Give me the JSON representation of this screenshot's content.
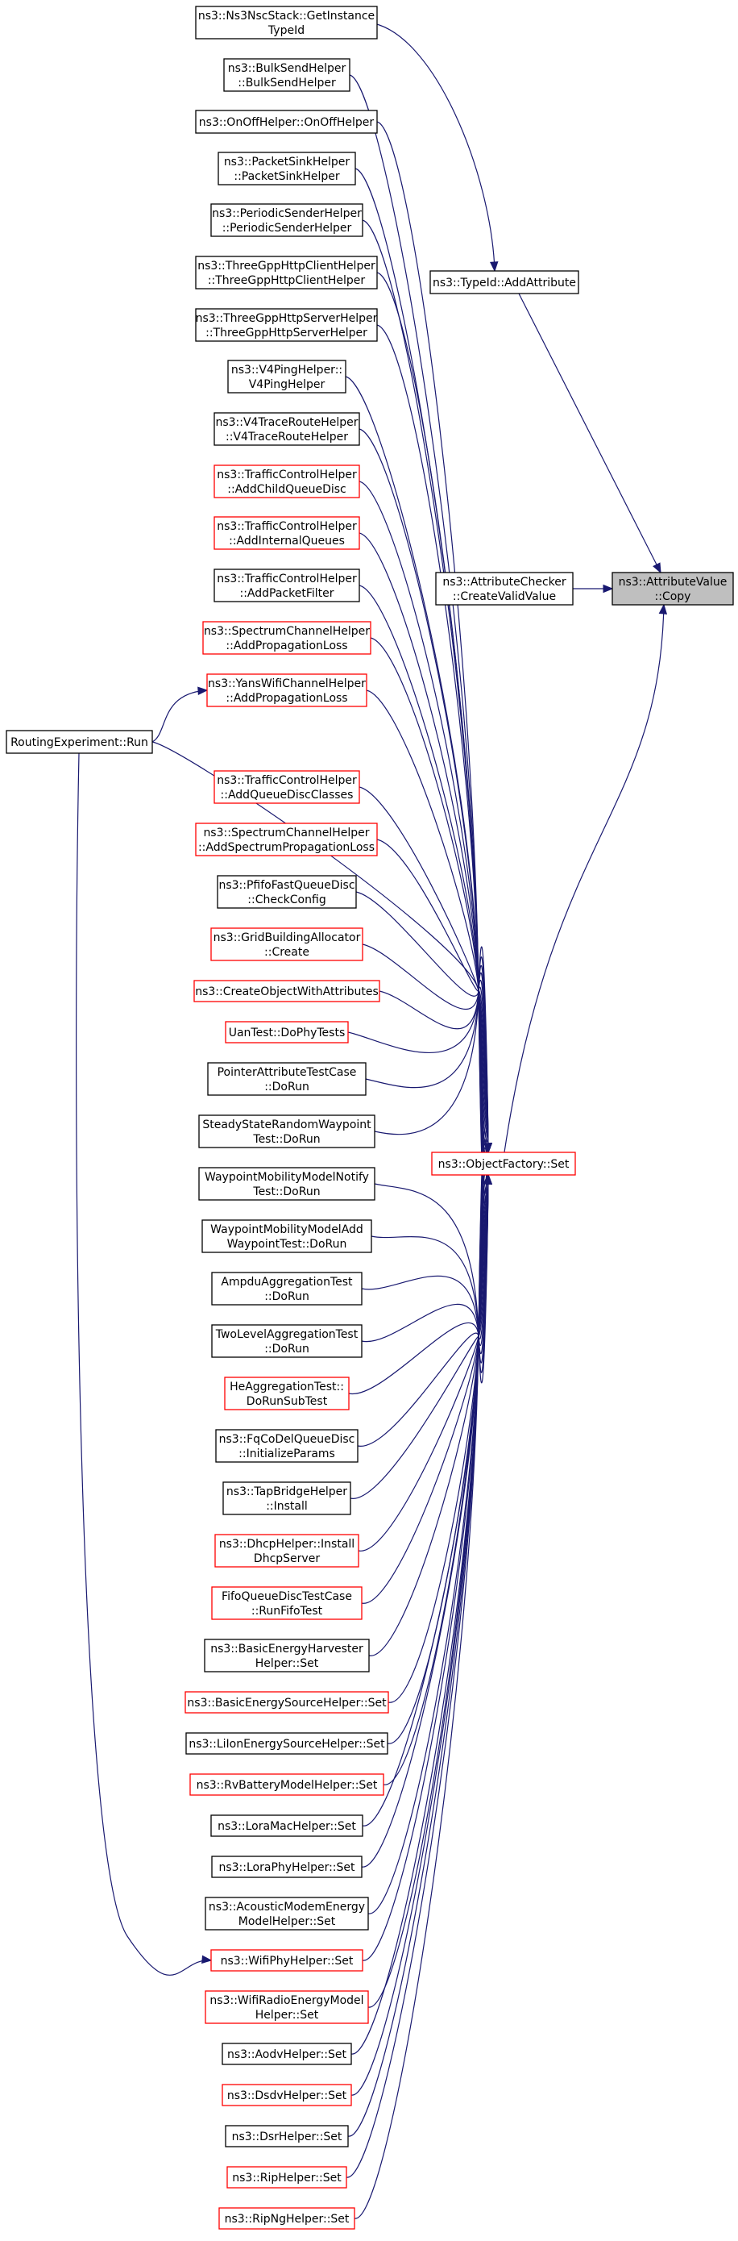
{
  "colors": {
    "edge": "#191970",
    "border_normal": "#000000",
    "border_red": "#ff0000",
    "root_fill": "#bfbfbf"
  },
  "nodes": [
    {
      "id": "n1",
      "lines": [
        "ns3::Ns3NscStack::GetInstance",
        "TypeId"
      ],
      "style": "black"
    },
    {
      "id": "n2",
      "lines": [
        "ns3::BulkSendHelper",
        "::BulkSendHelper"
      ],
      "style": "black"
    },
    {
      "id": "n3",
      "lines": [
        "ns3::OnOffHelper::OnOffHelper"
      ],
      "style": "black"
    },
    {
      "id": "n4",
      "lines": [
        "ns3::PacketSinkHelper",
        "::PacketSinkHelper"
      ],
      "style": "black"
    },
    {
      "id": "n5",
      "lines": [
        "ns3::PeriodicSenderHelper",
        "::PeriodicSenderHelper"
      ],
      "style": "black"
    },
    {
      "id": "n6",
      "lines": [
        "ns3::ThreeGppHttpClientHelper",
        "::ThreeGppHttpClientHelper"
      ],
      "style": "black"
    },
    {
      "id": "n7",
      "lines": [
        "ns3::ThreeGppHttpServerHelper",
        "::ThreeGppHttpServerHelper"
      ],
      "style": "black"
    },
    {
      "id": "n8",
      "lines": [
        "ns3::V4PingHelper::",
        "V4PingHelper"
      ],
      "style": "black"
    },
    {
      "id": "n9",
      "lines": [
        "ns3::V4TraceRouteHelper",
        "::V4TraceRouteHelper"
      ],
      "style": "black"
    },
    {
      "id": "n10",
      "lines": [
        "ns3::TrafficControlHelper",
        "::AddChildQueueDisc"
      ],
      "style": "red"
    },
    {
      "id": "n11",
      "lines": [
        "ns3::TrafficControlHelper",
        "::AddInternalQueues"
      ],
      "style": "red"
    },
    {
      "id": "n12",
      "lines": [
        "ns3::TrafficControlHelper",
        "::AddPacketFilter"
      ],
      "style": "black"
    },
    {
      "id": "n13",
      "lines": [
        "ns3::SpectrumChannelHelper",
        "::AddPropagationLoss"
      ],
      "style": "red"
    },
    {
      "id": "n14",
      "lines": [
        "ns3::YansWifiChannelHelper",
        "::AddPropagationLoss"
      ],
      "style": "red"
    },
    {
      "id": "n15",
      "lines": [
        "RoutingExperiment::Run"
      ],
      "style": "black"
    },
    {
      "id": "n16",
      "lines": [
        "ns3::TrafficControlHelper",
        "::AddQueueDiscClasses"
      ],
      "style": "red"
    },
    {
      "id": "n17",
      "lines": [
        "ns3::SpectrumChannelHelper",
        "::AddSpectrumPropagationLoss"
      ],
      "style": "red"
    },
    {
      "id": "n18",
      "lines": [
        "ns3::PfifoFastQueueDisc",
        "::CheckConfig"
      ],
      "style": "black"
    },
    {
      "id": "n19",
      "lines": [
        "ns3::GridBuildingAllocator",
        "::Create"
      ],
      "style": "red"
    },
    {
      "id": "n20",
      "lines": [
        "ns3::CreateObjectWithAttributes"
      ],
      "style": "red"
    },
    {
      "id": "n21",
      "lines": [
        "UanTest::DoPhyTests"
      ],
      "style": "red"
    },
    {
      "id": "n22",
      "lines": [
        "PointerAttributeTestCase",
        "::DoRun"
      ],
      "style": "black"
    },
    {
      "id": "n23",
      "lines": [
        "SteadyStateRandomWaypoint",
        "Test::DoRun"
      ],
      "style": "black"
    },
    {
      "id": "n24",
      "lines": [
        "WaypointMobilityModelNotify",
        "Test::DoRun"
      ],
      "style": "black"
    },
    {
      "id": "n25",
      "lines": [
        "WaypointMobilityModelAdd",
        "WaypointTest::DoRun"
      ],
      "style": "black"
    },
    {
      "id": "n26",
      "lines": [
        "AmpduAggregationTest",
        "::DoRun"
      ],
      "style": "black"
    },
    {
      "id": "n27",
      "lines": [
        "TwoLevelAggregationTest",
        "::DoRun"
      ],
      "style": "black"
    },
    {
      "id": "n28",
      "lines": [
        "HeAggregationTest::",
        "DoRunSubTest"
      ],
      "style": "red"
    },
    {
      "id": "n29",
      "lines": [
        "ns3::FqCoDelQueueDisc",
        "::InitializeParams"
      ],
      "style": "black"
    },
    {
      "id": "n30",
      "lines": [
        "ns3::TapBridgeHelper",
        "::Install"
      ],
      "style": "black"
    },
    {
      "id": "n31",
      "lines": [
        "ns3::DhcpHelper::Install",
        "DhcpServer"
      ],
      "style": "red"
    },
    {
      "id": "n32",
      "lines": [
        "FifoQueueDiscTestCase",
        "::RunFifoTest"
      ],
      "style": "red"
    },
    {
      "id": "n33",
      "lines": [
        "ns3::BasicEnergyHarvester",
        "Helper::Set"
      ],
      "style": "black"
    },
    {
      "id": "n34",
      "lines": [
        "ns3::BasicEnergySourceHelper::Set"
      ],
      "style": "red"
    },
    {
      "id": "n35",
      "lines": [
        "ns3::LiIonEnergySourceHelper::Set"
      ],
      "style": "black"
    },
    {
      "id": "n36",
      "lines": [
        "ns3::RvBatteryModelHelper::Set"
      ],
      "style": "red"
    },
    {
      "id": "n37",
      "lines": [
        "ns3::LoraMacHelper::Set"
      ],
      "style": "black"
    },
    {
      "id": "n38",
      "lines": [
        "ns3::LoraPhyHelper::Set"
      ],
      "style": "black"
    },
    {
      "id": "n39",
      "lines": [
        "ns3::AcousticModemEnergy",
        "ModelHelper::Set"
      ],
      "style": "black"
    },
    {
      "id": "n40",
      "lines": [
        "ns3::WifiPhyHelper::Set"
      ],
      "style": "red"
    },
    {
      "id": "n41",
      "lines": [
        "ns3::WifiRadioEnergyModel",
        "Helper::Set"
      ],
      "style": "red"
    },
    {
      "id": "n42",
      "lines": [
        "ns3::AodvHelper::Set"
      ],
      "style": "black"
    },
    {
      "id": "n43",
      "lines": [
        "ns3::DsdvHelper::Set"
      ],
      "style": "red"
    },
    {
      "id": "n44",
      "lines": [
        "ns3::DsrHelper::Set"
      ],
      "style": "black"
    },
    {
      "id": "n45",
      "lines": [
        "ns3::RipHelper::Set"
      ],
      "style": "red"
    },
    {
      "id": "n46",
      "lines": [
        "ns3::RipNgHelper::Set"
      ],
      "style": "red"
    },
    {
      "id": "addattr",
      "lines": [
        "ns3::TypeId::AddAttribute"
      ],
      "style": "black"
    },
    {
      "id": "checker",
      "lines": [
        "ns3::AttributeChecker",
        "::CreateValidValue"
      ],
      "style": "black"
    },
    {
      "id": "factory",
      "lines": [
        "ns3::ObjectFactory::Set"
      ],
      "style": "red"
    },
    {
      "id": "root",
      "lines": [
        "ns3::AttributeValue",
        "::Copy"
      ],
      "style": "root"
    }
  ],
  "edges": [
    [
      "n1",
      "addattr"
    ],
    [
      "n2",
      "factory"
    ],
    [
      "n3",
      "factory"
    ],
    [
      "n4",
      "factory"
    ],
    [
      "n5",
      "factory"
    ],
    [
      "n6",
      "factory"
    ],
    [
      "n7",
      "factory"
    ],
    [
      "n8",
      "factory"
    ],
    [
      "n9",
      "factory"
    ],
    [
      "n10",
      "factory"
    ],
    [
      "n11",
      "factory"
    ],
    [
      "n12",
      "factory"
    ],
    [
      "n13",
      "factory"
    ],
    [
      "n14",
      "factory"
    ],
    [
      "n15",
      "factory"
    ],
    [
      "n15",
      "n14"
    ],
    [
      "n15",
      "n40"
    ],
    [
      "n16",
      "factory"
    ],
    [
      "n17",
      "factory"
    ],
    [
      "n18",
      "factory"
    ],
    [
      "n19",
      "factory"
    ],
    [
      "n20",
      "factory"
    ],
    [
      "n21",
      "factory"
    ],
    [
      "n22",
      "factory"
    ],
    [
      "n23",
      "factory"
    ],
    [
      "n24",
      "factory"
    ],
    [
      "n25",
      "factory"
    ],
    [
      "n26",
      "factory"
    ],
    [
      "n27",
      "factory"
    ],
    [
      "n28",
      "factory"
    ],
    [
      "n29",
      "factory"
    ],
    [
      "n30",
      "factory"
    ],
    [
      "n31",
      "factory"
    ],
    [
      "n32",
      "factory"
    ],
    [
      "n33",
      "factory"
    ],
    [
      "n34",
      "factory"
    ],
    [
      "n35",
      "factory"
    ],
    [
      "n36",
      "factory"
    ],
    [
      "n37",
      "factory"
    ],
    [
      "n38",
      "factory"
    ],
    [
      "n39",
      "factory"
    ],
    [
      "n40",
      "factory"
    ],
    [
      "n41",
      "factory"
    ],
    [
      "n42",
      "factory"
    ],
    [
      "n43",
      "factory"
    ],
    [
      "n44",
      "factory"
    ],
    [
      "n45",
      "factory"
    ],
    [
      "n46",
      "factory"
    ],
    [
      "addattr",
      "root"
    ],
    [
      "checker",
      "root"
    ],
    [
      "factory",
      "root"
    ]
  ]
}
